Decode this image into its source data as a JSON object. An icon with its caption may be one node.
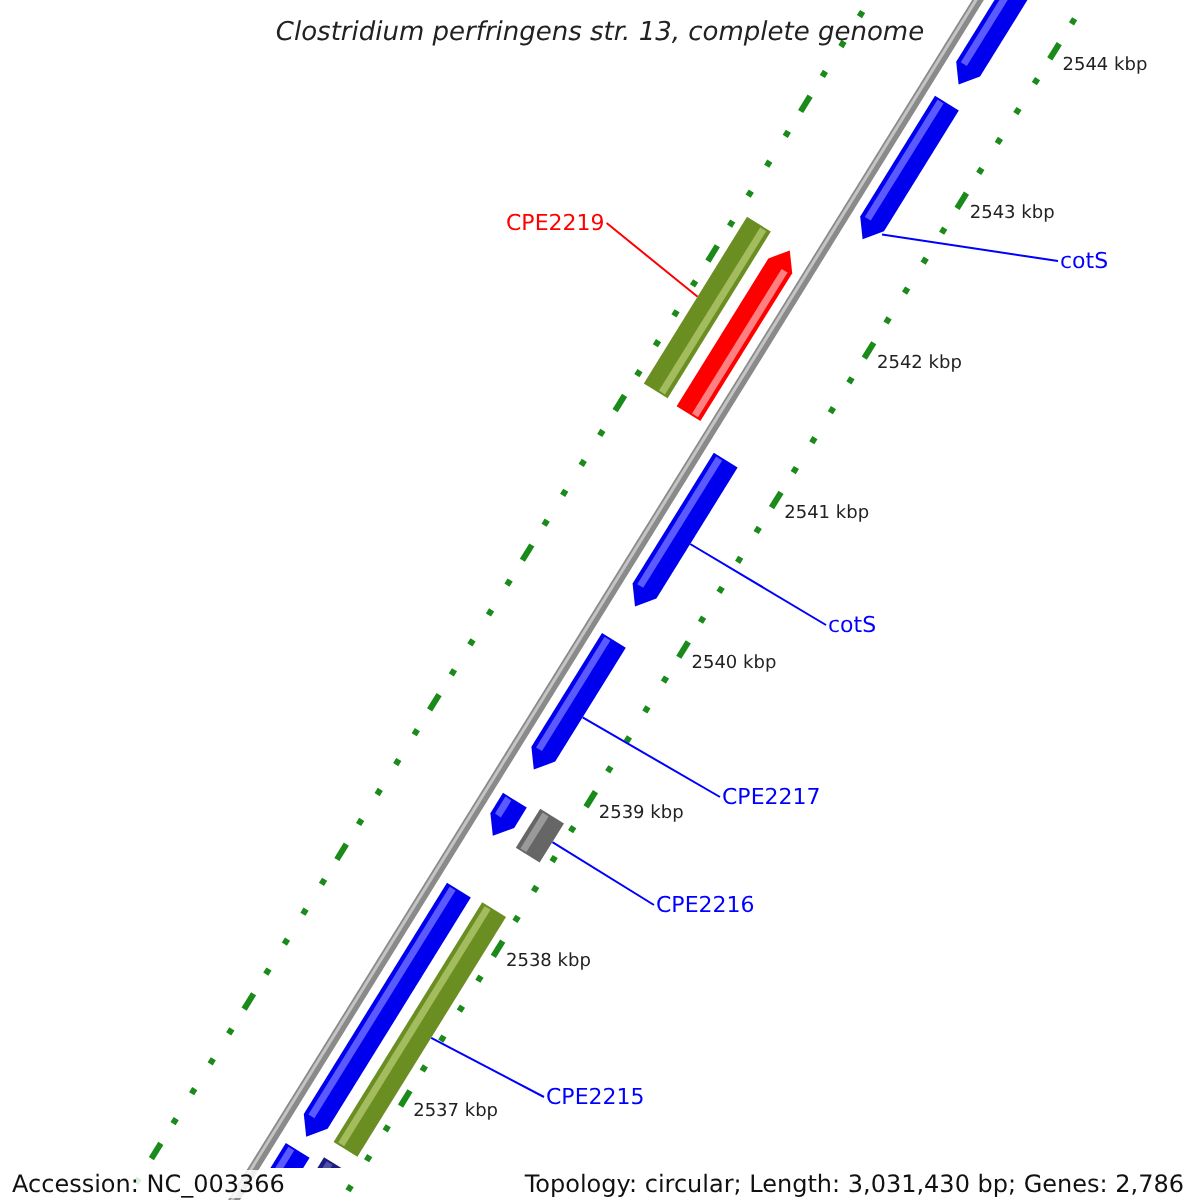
{
  "diagram": {
    "title": "Clostridium perfringens str. 13, complete genome",
    "nodes": [
      {
        "text": [],
        "shape": "pentagon"
      },
      {
        "text": [],
        "shape": "pentagon"
      },
      {
        "text": [
          "CPE2219"
        ]
      },
      {
        "text": [],
        "shape": "bar"
      },
      {
        "text": [],
        "shape": "pentagon"
      },
      {
        "text": [
          "cotS"
        ]
      },
      {
        "text": [],
        "shape": "pentagon"
      },
      {
        "text": [
          "cotS"
        ]
      },
      {
        "text": [],
        "shape": "pentagon"
      },
      {
        "text": [
          "CPE2217"
        ]
      },
      {
        "text": [],
        "shape": "pentagon"
      },
      {
        "text": [],
        "shape": "bar"
      },
      {
        "text": [
          "CPE2216"
        ]
      },
      {
        "text": [],
        "shape": "pentagon"
      },
      {
        "text": [],
        "shape": "bar"
      },
      {
        "text": [
          "CPE2215"
        ]
      },
      {
        "text": [],
        "shape": "pentagon"
      },
      {
        "text": [],
        "shape": "bar"
      }
    ],
    "edges": [
      {
        "from": 2,
        "to": 3,
        "arrow": "none",
        "color": "#ff0000"
      },
      {
        "from": 5,
        "to": 1,
        "arrow": "none"
      },
      {
        "from": 7,
        "to": 6,
        "arrow": "none"
      },
      {
        "from": 9,
        "to": 8,
        "arrow": "none"
      },
      {
        "from": 12,
        "to": 11,
        "arrow": "none"
      },
      {
        "from": 15,
        "to": 14,
        "arrow": "none"
      }
    ],
    "labels": [
      "2544 kbp",
      "2543 kbp",
      "2542 kbp",
      "2541 kbp",
      "2540 kbp",
      "2539 kbp",
      "2538 kbp",
      "2537 kbp",
      "Accession: NC_003366",
      "Topology: circular; Length: 3,031,430 bp; Genes: 2,786"
    ]
  }
}
